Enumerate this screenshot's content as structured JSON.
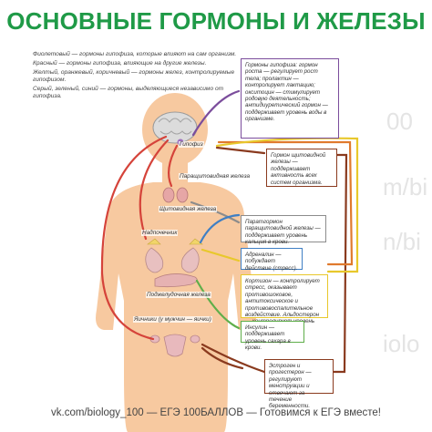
{
  "title": "ОСНОВНЫЕ ГОРМОНЫ И ЖЕЛЕЗЫ",
  "legend": {
    "violet": "Фиолетовый — гормоны гипофиза, которые влияют на сам организм.",
    "red": "Красный — гормоны гипофиза, влияющие на другие железы.",
    "others": "Желтый, оранжевый, коричневый — гормоны желез, контролируемые гипофизом.",
    "independent": "Серый, зеленый, синий — гормоны, выделяющиеся независимо от гипофиза."
  },
  "glands": {
    "pituitary": "Гипофиз",
    "parathyroid": "Паращитовидная железа",
    "thyroid": "Щитовидная железа",
    "adrenal": "Надпочечник",
    "pancreas": "Поджелудочная железа",
    "gonads": "Яичники (у мужчин — яички)"
  },
  "boxes": {
    "pituitary_hormones": "Гормоны гипофиза: гормон роста — регулирует рост тела; пролактин — контролирует лактацию; окситоцин — стимулирует родовую деятельность; антидиуретический гормон — поддерживает уровень воды в организме.",
    "thyroid_hormone": "Гормон щитовидной железы — поддерживает активность всех систем организма.",
    "parathormone": "Паратгормон паращитовидной железы — поддерживает уровень кальция в крови.",
    "adrenaline": "Адреналин — побуждает действие (стресс).",
    "cortisol": "Кортизон — контролирует стресс, оказывает противошоковое, антитоксическое и противовоспалительное воздействие. Альдостерон — контролирует уровень соли в организме.",
    "insulin": "Инсулин — поддерживает уровень сахара в крови.",
    "estrogen": "Эстроген и прогестерон — регулируют менструации и отвечают за течение беременности."
  },
  "watermarks": [
    "00",
    "m/bi",
    "n/bi",
    "iolo"
  ],
  "footer": "vk.com/biology_100 — ЕГЭ 100БАЛЛОВ — Готовимся к ЕГЭ вместе!",
  "colors": {
    "title": "#1f9a47",
    "violet": "#7b4d9c",
    "red": "#d5433a",
    "brown": "#8a3a1e",
    "orange": "#e07a2e",
    "yellow": "#e8c82c",
    "gray": "#8c8c8c",
    "green": "#5fae4a",
    "blue": "#3f7fc4",
    "body": "#f7c9a0"
  }
}
